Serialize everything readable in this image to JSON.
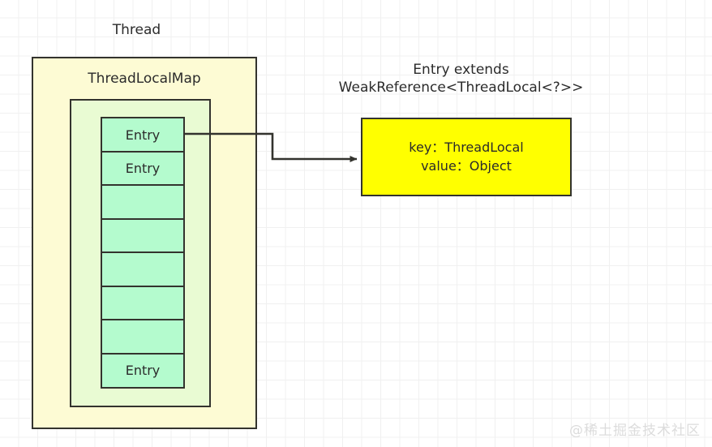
{
  "diagram": {
    "thread": {
      "label": "Thread",
      "fill_color": "#FDFBD4",
      "stroke_color": "#33332E"
    },
    "thread_local_map": {
      "label": "ThreadLocalMap",
      "fill_color": "#E9FBD3",
      "stroke_color": "#33332E"
    },
    "entry_table": {
      "fill_color": "#B4FBCE",
      "stroke_color": "#33332E",
      "cells": [
        {
          "label": "Entry"
        },
        {
          "label": "Entry"
        },
        {
          "label": ""
        },
        {
          "label": ""
        },
        {
          "label": ""
        },
        {
          "label": ""
        },
        {
          "label": ""
        },
        {
          "label": "Entry"
        }
      ]
    },
    "entry_detail": {
      "heading_line1": "Entry extends",
      "heading_line2": "WeakReference<ThreadLocal<?>>",
      "key_line": "key：ThreadLocal",
      "value_line": "value：Object",
      "fill_color": "#FFFF00",
      "stroke_color": "#33332E"
    },
    "connector": {
      "name": "entry-to-detail-arrow",
      "stroke_color": "#33332E"
    },
    "watermark": "@稀土掘金技术社区"
  }
}
